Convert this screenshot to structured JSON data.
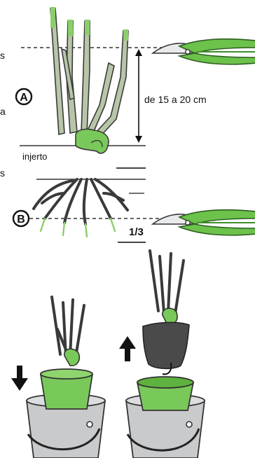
{
  "labels": {
    "step_a": "A",
    "step_b": "B",
    "height_range": "de 15 a 20 cm",
    "graft": "injerto",
    "root_fraction": "1/3",
    "edge_top": "s",
    "edge_mid": "a",
    "edge_low": "s"
  },
  "colors": {
    "stem": "#b7c6a8",
    "stem_outline": "#3a3a3a",
    "green": "#6cc24a",
    "green_dark": "#3e8e2a",
    "pot_green": "#79c95a",
    "bucket_gray": "#c9cacc",
    "soil_dark": "#4a4a4a",
    "blade": "#e9eaeb"
  },
  "icons": {
    "pruner": "pruning-shears-icon",
    "arrow_down": "arrow-down-icon",
    "arrow_up": "arrow-up-icon"
  }
}
